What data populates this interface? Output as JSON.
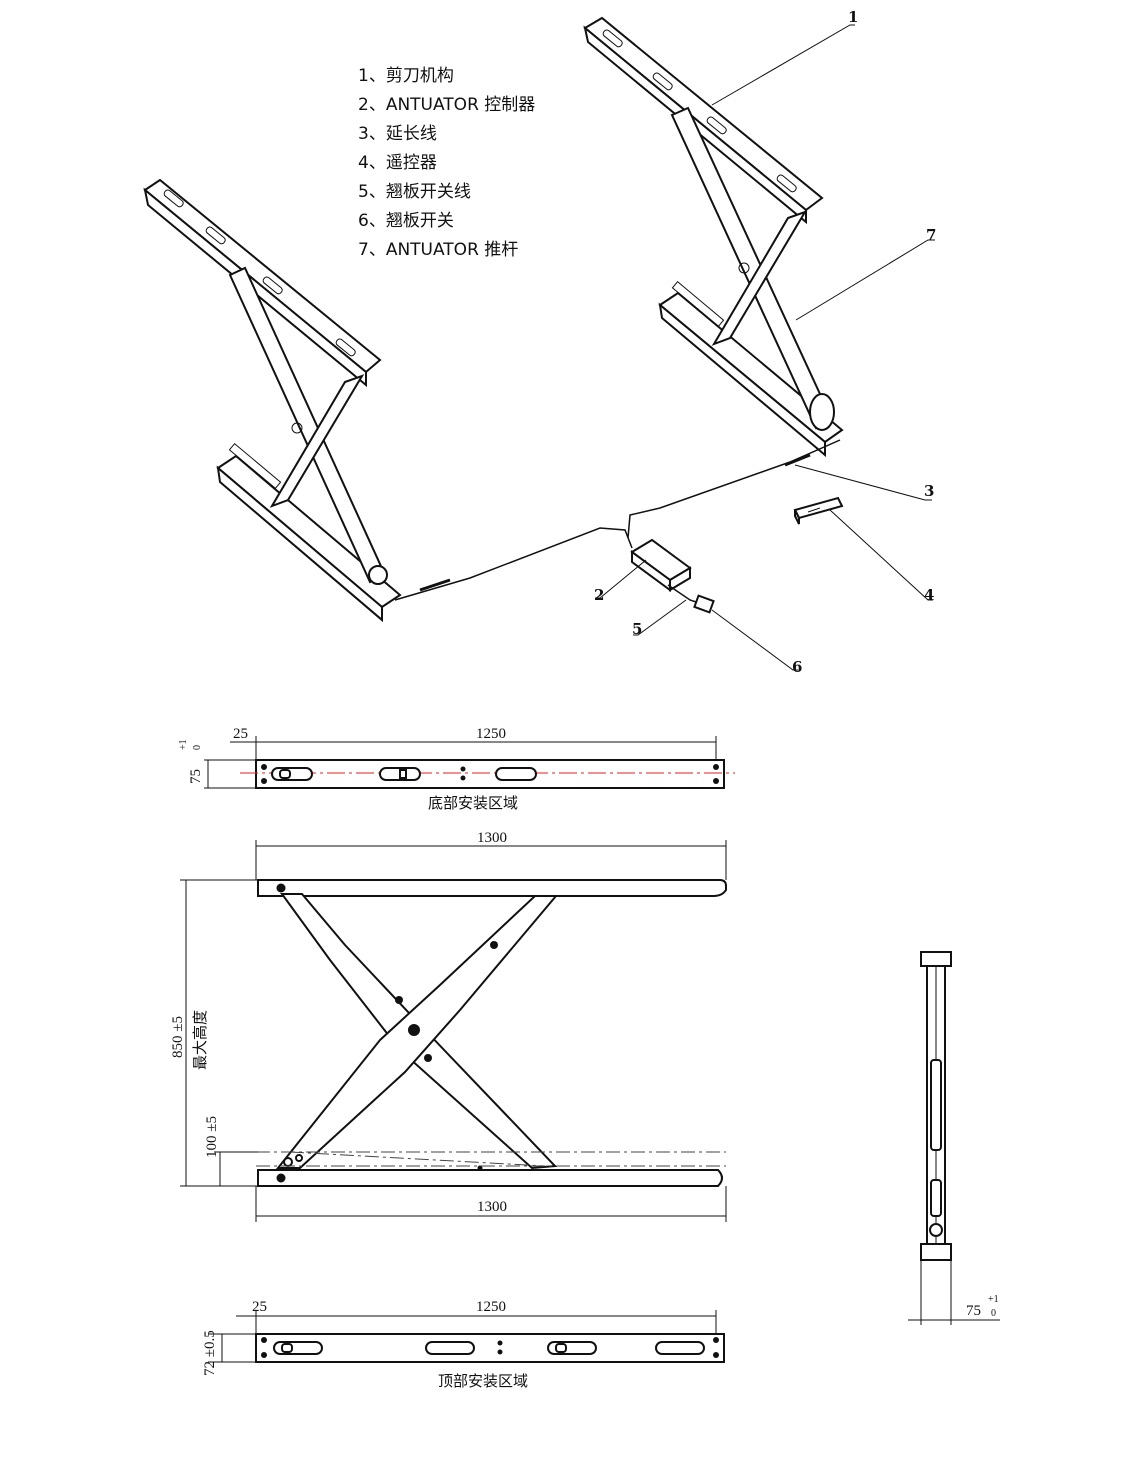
{
  "legend": {
    "items": [
      "1、剪刀机构",
      "2、ANTUATOR 控制器",
      "3、延长线",
      "4、遥控器",
      "5、翘板开关线",
      "6、翘板开关",
      "7、ANTUATOR 推杆"
    ]
  },
  "callouts": [
    "1",
    "2",
    "3",
    "4",
    "5",
    "6",
    "7"
  ],
  "bottom_plate": {
    "caption": "底部安装区域",
    "dim_offset": "25",
    "dim_length": "1250",
    "dim_height": "75",
    "tol_upper": "+1",
    "tol_lower": "0"
  },
  "side_view": {
    "dim_top_width": "1300",
    "dim_bottom_width": "1300",
    "dim_max_height": "850 ±5",
    "max_height_label": "最大高度",
    "dim_min_height": "100 ±5"
  },
  "end_view": {
    "dim_width": "75",
    "tol_upper": "+1",
    "tol_lower": "0"
  },
  "top_plate": {
    "caption": "顶部安装区域",
    "dim_offset": "25",
    "dim_length": "1250",
    "dim_height": "72 ±0.5"
  }
}
